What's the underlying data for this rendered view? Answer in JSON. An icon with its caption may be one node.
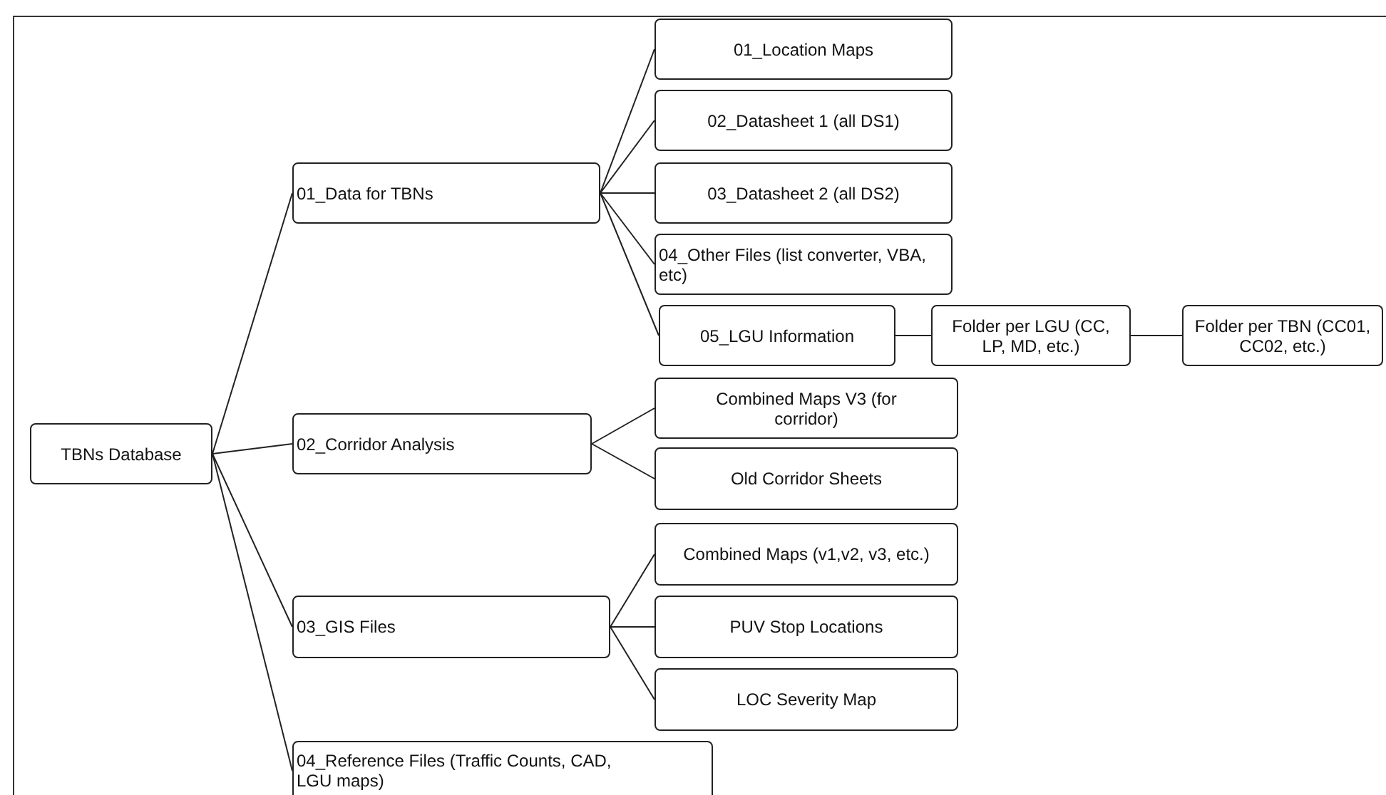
{
  "diagram": {
    "nodes": [
      {
        "text": [
          "TBNs Database"
        ]
      },
      {
        "text": [
          "01_Data for TBNs"
        ]
      },
      {
        "text": [
          "01_Location Maps"
        ]
      },
      {
        "text": [
          "02_Datasheet 1 (all DS1)"
        ]
      },
      {
        "text": [
          "03_Datasheet 2 (all DS2)"
        ]
      },
      {
        "text": [
          "04_Other Files (list converter, VBA, etc)"
        ]
      },
      {
        "text": [
          "05_LGU Information"
        ]
      },
      {
        "text": [
          "Folder per LGU (CC, LP, MD, etc.)"
        ]
      },
      {
        "text": [
          "Folder per TBN (CC01, CC02, etc.)"
        ]
      },
      {
        "text": [
          "02_Corridor Analysis"
        ]
      },
      {
        "text": [
          "Combined Maps V3 (for corridor)"
        ]
      },
      {
        "text": [
          "Old Corridor Sheets"
        ]
      },
      {
        "text": [
          "03_GIS Files"
        ]
      },
      {
        "text": [
          "Combined Maps (v1,v2, v3, etc.)"
        ]
      },
      {
        "text": [
          "PUV Stop Locations"
        ]
      },
      {
        "text": [
          "LOC Severity Map"
        ]
      },
      {
        "text": [
          "04_Reference Files (Traffic Counts, CAD, LGU maps)"
        ]
      }
    ],
    "edges": [
      {
        "from": 0,
        "to": 1,
        "arrow": "none"
      },
      {
        "from": 1,
        "to": 2,
        "arrow": "none"
      },
      {
        "from": 1,
        "to": 3,
        "arrow": "none"
      },
      {
        "from": 1,
        "to": 4,
        "arrow": "none"
      },
      {
        "from": 1,
        "to": 5,
        "arrow": "none"
      },
      {
        "from": 1,
        "to": 6,
        "arrow": "none"
      },
      {
        "from": 6,
        "to": 7,
        "arrow": "none"
      },
      {
        "from": 7,
        "to": 8,
        "arrow": "none"
      },
      {
        "from": 0,
        "to": 9,
        "arrow": "none"
      },
      {
        "from": 9,
        "to": 10,
        "arrow": "none"
      },
      {
        "from": 9,
        "to": 11,
        "arrow": "none"
      },
      {
        "from": 0,
        "to": 12,
        "arrow": "none"
      },
      {
        "from": 12,
        "to": 13,
        "arrow": "none"
      },
      {
        "from": 12,
        "to": 14,
        "arrow": "none"
      },
      {
        "from": 12,
        "to": 15,
        "arrow": "none"
      },
      {
        "from": 0,
        "to": 16,
        "arrow": "none"
      }
    ]
  }
}
